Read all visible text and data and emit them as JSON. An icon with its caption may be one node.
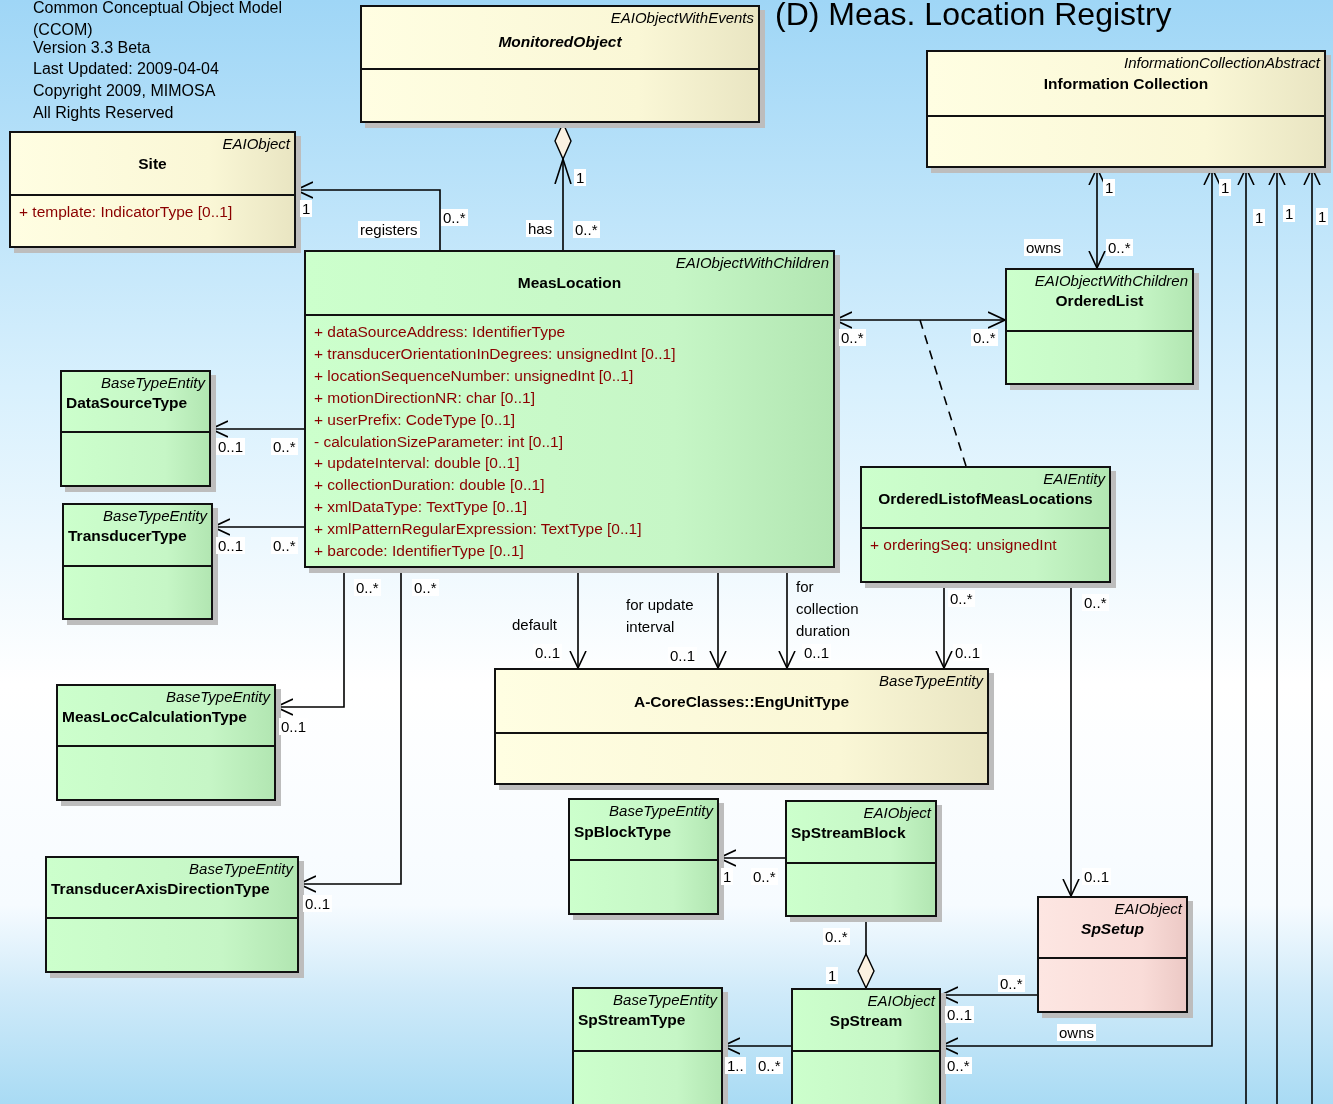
{
  "diagram": {
    "title": "(D) Meas. Location Registry",
    "nodes": [
      {
        "text": [
          "EAIObjectWithEvents",
          "MonitoredObject"
        ]
      },
      {
        "text": [
          "InformationCollectionAbstract",
          "Information Collection"
        ]
      },
      {
        "text": [
          "EAIObject",
          "Site",
          "+ template: IndicatorType [0..1]"
        ]
      },
      {
        "text": [
          "EAIObjectWithChildren",
          "MeasLocation",
          "+ dataSourceAddress: IdentifierType",
          "+ transducerOrientationInDegrees: unsignedInt [0..1]",
          "+ locationSequenceNumber: unsignedInt [0..1]",
          "+ motionDirectionNR: char [0..1]",
          "+ userPrefix: CodeType [0..1]",
          "- calculationSizeParameter: int [0..1]",
          "+ updateInterval: double [0..1]",
          "+ collectionDuration: double [0..1]",
          "+ xmlDataType: TextType [0..1]",
          "+ xmlPatternRegularExpression: TextType [0..1]",
          "+ barcode: IdentifierType [0..1]"
        ]
      },
      {
        "text": [
          "EAIObjectWithChildren",
          "OrderedList"
        ]
      },
      {
        "text": [
          "BaseTypeEntity",
          "DataSourceType"
        ]
      },
      {
        "text": [
          "BaseTypeEntity",
          "TransducerType"
        ]
      },
      {
        "text": [
          "EAIEntity",
          "OrderedListofMeasLocations",
          "+ orderingSeq: unsignedInt"
        ]
      },
      {
        "text": [
          "BaseTypeEntity",
          "MeasLocCalculationType"
        ]
      },
      {
        "text": [
          "BaseTypeEntity",
          "A-CoreClasses::EngUnitType"
        ]
      },
      {
        "text": [
          "BaseTypeEntity",
          "SpBlockType"
        ]
      },
      {
        "text": [
          "EAIObject",
          "SpStreamBlock"
        ]
      },
      {
        "text": [
          "BaseTypeEntity",
          "TransducerAxisDirectionType"
        ]
      },
      {
        "text": [
          "EAIObject",
          "SpSetup"
        ]
      },
      {
        "text": [
          "BaseTypeEntity",
          "SpStreamType"
        ]
      },
      {
        "text": [
          "EAIObject",
          "SpStream"
        ]
      }
    ],
    "edges": [
      {
        "from": 3,
        "to": 2,
        "arrow": "to",
        "label": "registers"
      },
      {
        "from": 3,
        "to": 0,
        "arrow": "to",
        "label": "has"
      },
      {
        "from": 4,
        "to": 1,
        "arrow": "both",
        "label": "owns"
      },
      {
        "from": 3,
        "to": 4,
        "arrow": "both"
      },
      {
        "from": 7,
        "to": null,
        "arrow": "none",
        "style": "dashed"
      },
      {
        "from": 3,
        "to": 5,
        "arrow": "to"
      },
      {
        "from": 3,
        "to": 6,
        "arrow": "to"
      },
      {
        "from": 3,
        "to": 8,
        "arrow": "to"
      },
      {
        "from": 3,
        "to": 12,
        "arrow": "to"
      },
      {
        "from": 3,
        "to": 9,
        "arrow": "to",
        "label": "default"
      },
      {
        "from": 3,
        "to": 9,
        "arrow": "to",
        "label": "for update interval"
      },
      {
        "from": 3,
        "to": 9,
        "arrow": "to",
        "label": "for collection duration"
      },
      {
        "from": 7,
        "to": 9,
        "arrow": "to"
      },
      {
        "from": 7,
        "to": 13,
        "arrow": "to"
      },
      {
        "from": 11,
        "to": 10,
        "arrow": "to"
      },
      {
        "from": 11,
        "to": 15,
        "arrow": "other"
      },
      {
        "from": 13,
        "to": 15,
        "arrow": "to"
      },
      {
        "from": 1,
        "to": 15,
        "arrow": "both",
        "label": "owns"
      },
      {
        "from": null,
        "to": 1,
        "arrow": "to"
      },
      {
        "from": null,
        "to": 1,
        "arrow": "to"
      },
      {
        "from": null,
        "to": 1,
        "arrow": "to"
      },
      {
        "from": 15,
        "to": 14,
        "arrow": "to"
      }
    ],
    "labels": [
      "Common Conceptual Object Model (CCOM)",
      "Version 3.3 Beta",
      "Last Updated: 2009-04-04",
      "Copyright 2009, MIMOSA",
      "All Rights Reserved",
      "1",
      "0..*",
      "1",
      "0..*",
      "1",
      "1",
      "1",
      "1",
      "1",
      "0..*",
      "0..*",
      "0..*",
      "0..1",
      "0..*",
      "0..1",
      "0..*",
      "0..*",
      "0..*",
      "0..*",
      "0..*",
      "0..1",
      "0..1",
      "0..1",
      "0..1",
      "0..1",
      "1",
      "0..*",
      "0..1",
      "0..1",
      "0..*",
      "1",
      "0..*",
      "0..1",
      "1..",
      "0..*",
      "0..*"
    ]
  }
}
